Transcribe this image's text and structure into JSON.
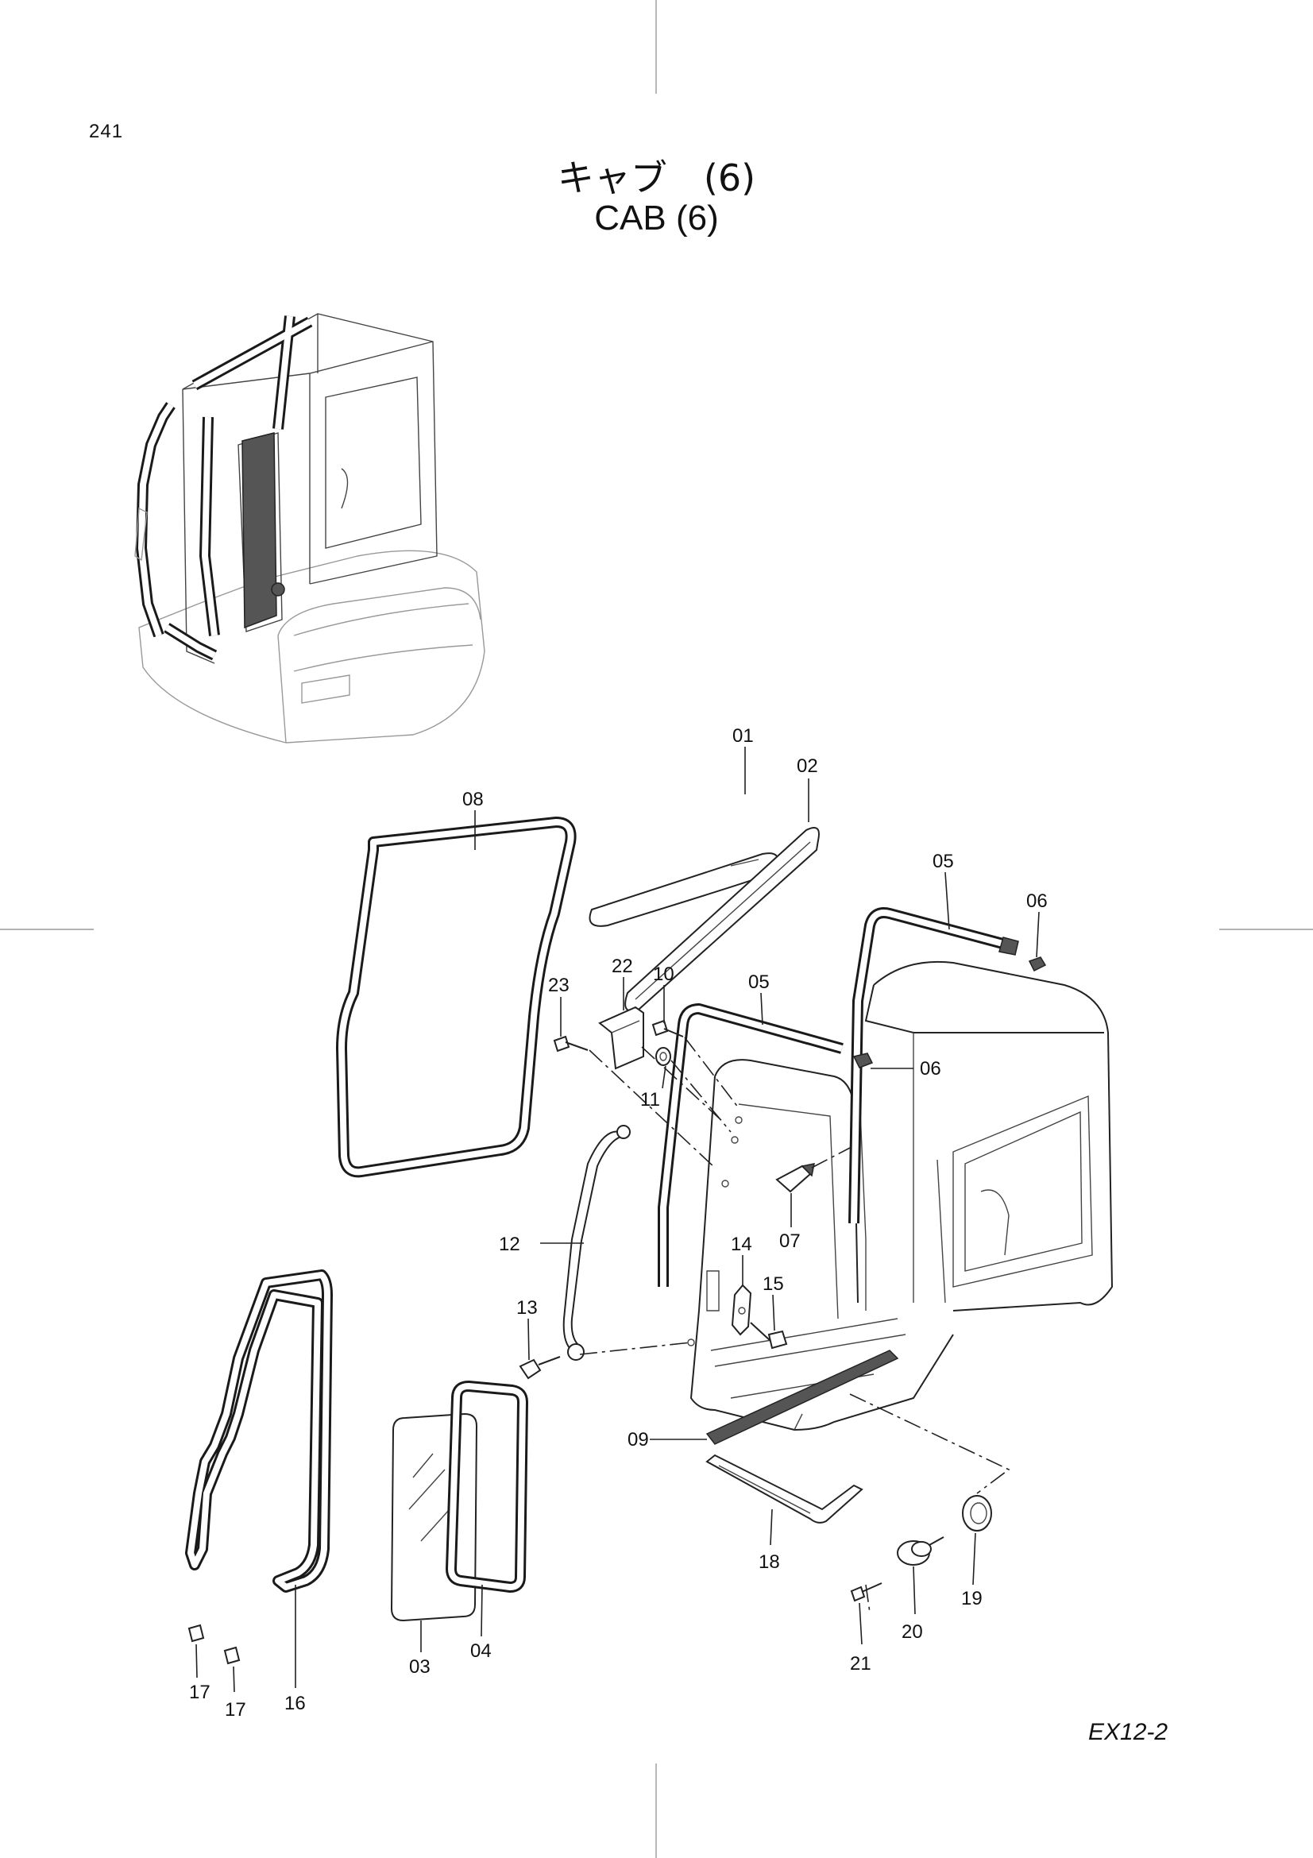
{
  "page": {
    "page_number": "241",
    "title_jp": "キャブ　(6)",
    "title_en": "CAB  (6)",
    "drawing_code": "EX12-2"
  },
  "callouts": {
    "c01": "01",
    "c02": "02",
    "c03": "03",
    "c04": "04",
    "c05a": "05",
    "c05b": "05",
    "c06a": "06",
    "c06b": "06",
    "c07": "07",
    "c08": "08",
    "c09": "09",
    "c10": "10",
    "c11": "11",
    "c12": "12",
    "c13": "13",
    "c14": "14",
    "c15": "15",
    "c16": "16",
    "c17a": "17",
    "c17b": "17",
    "c18": "18",
    "c19": "19",
    "c20": "20",
    "c21": "21",
    "c22": "22",
    "c23": "23"
  },
  "colors": {
    "line": "#222222",
    "background": "#ffffff"
  }
}
